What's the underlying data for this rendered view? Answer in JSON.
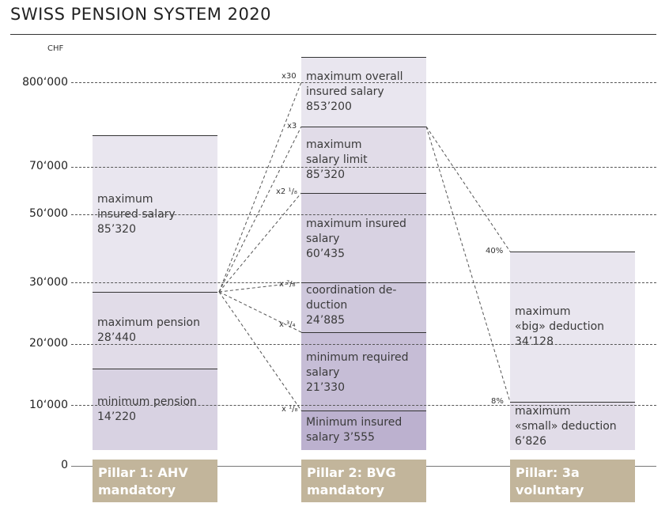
{
  "title": "SWISS PENSION SYSTEM 2020",
  "unit": "CHF",
  "y_axis": [
    "800‘000",
    "70‘000",
    "50‘000",
    "30‘000",
    "20‘000",
    "10‘000",
    "0"
  ],
  "pillar1": {
    "blocks": [
      {
        "line1": "maximum",
        "line2": "insured salary",
        "line3": "85’320"
      },
      {
        "line1": "maximum pension",
        "line2": "28’440"
      },
      {
        "line1": "minimum pension",
        "line2": "14’220"
      }
    ],
    "footer": {
      "line1": "Pillar 1: AHV",
      "line2": "mandatory"
    }
  },
  "pillar2": {
    "blocks": [
      {
        "line1": "maximum overall",
        "line2": "insured salary",
        "line3": "853’200"
      },
      {
        "line1": "maximum",
        "line2": "salary limit",
        "line3": "85’320"
      },
      {
        "line1": "maximum insured",
        "line2": "salary",
        "line3": "60’435"
      },
      {
        "line1": "coordination de-",
        "line2": "duction",
        "line3": "24’885"
      },
      {
        "line1": "minimum required",
        "line2": "salary",
        "line3": "21’330"
      },
      {
        "line1": "Minimum insured",
        "line2": "salary 3’555"
      }
    ],
    "multipliers": [
      "x30",
      "x3",
      "x2 ¹/₈",
      "x ⁷/₈",
      "x ³/₄",
      "x ¹/₈"
    ],
    "footer": {
      "line1": "Pillar 2: BVG",
      "line2": "mandatory"
    }
  },
  "pillar3a": {
    "blocks": [
      {
        "line1": "maximum",
        "line2": "«big» deduction",
        "line3": "34’128"
      },
      {
        "line1": "maximum",
        "line2": "«small» deduction",
        "line3": "6’826"
      }
    ],
    "percents": [
      "40%",
      "8%"
    ],
    "footer": {
      "line1": "Pillar: 3a",
      "line2": "voluntary"
    }
  },
  "colors": {
    "footer": "#c2b59b",
    "shade1": "#e9e6ef",
    "shade2": "#e1dce8",
    "shade3": "#d8d2e2",
    "shade4": "#cfc8dc",
    "shade5": "#c6bdd6",
    "shade6": "#bcb1cf"
  }
}
